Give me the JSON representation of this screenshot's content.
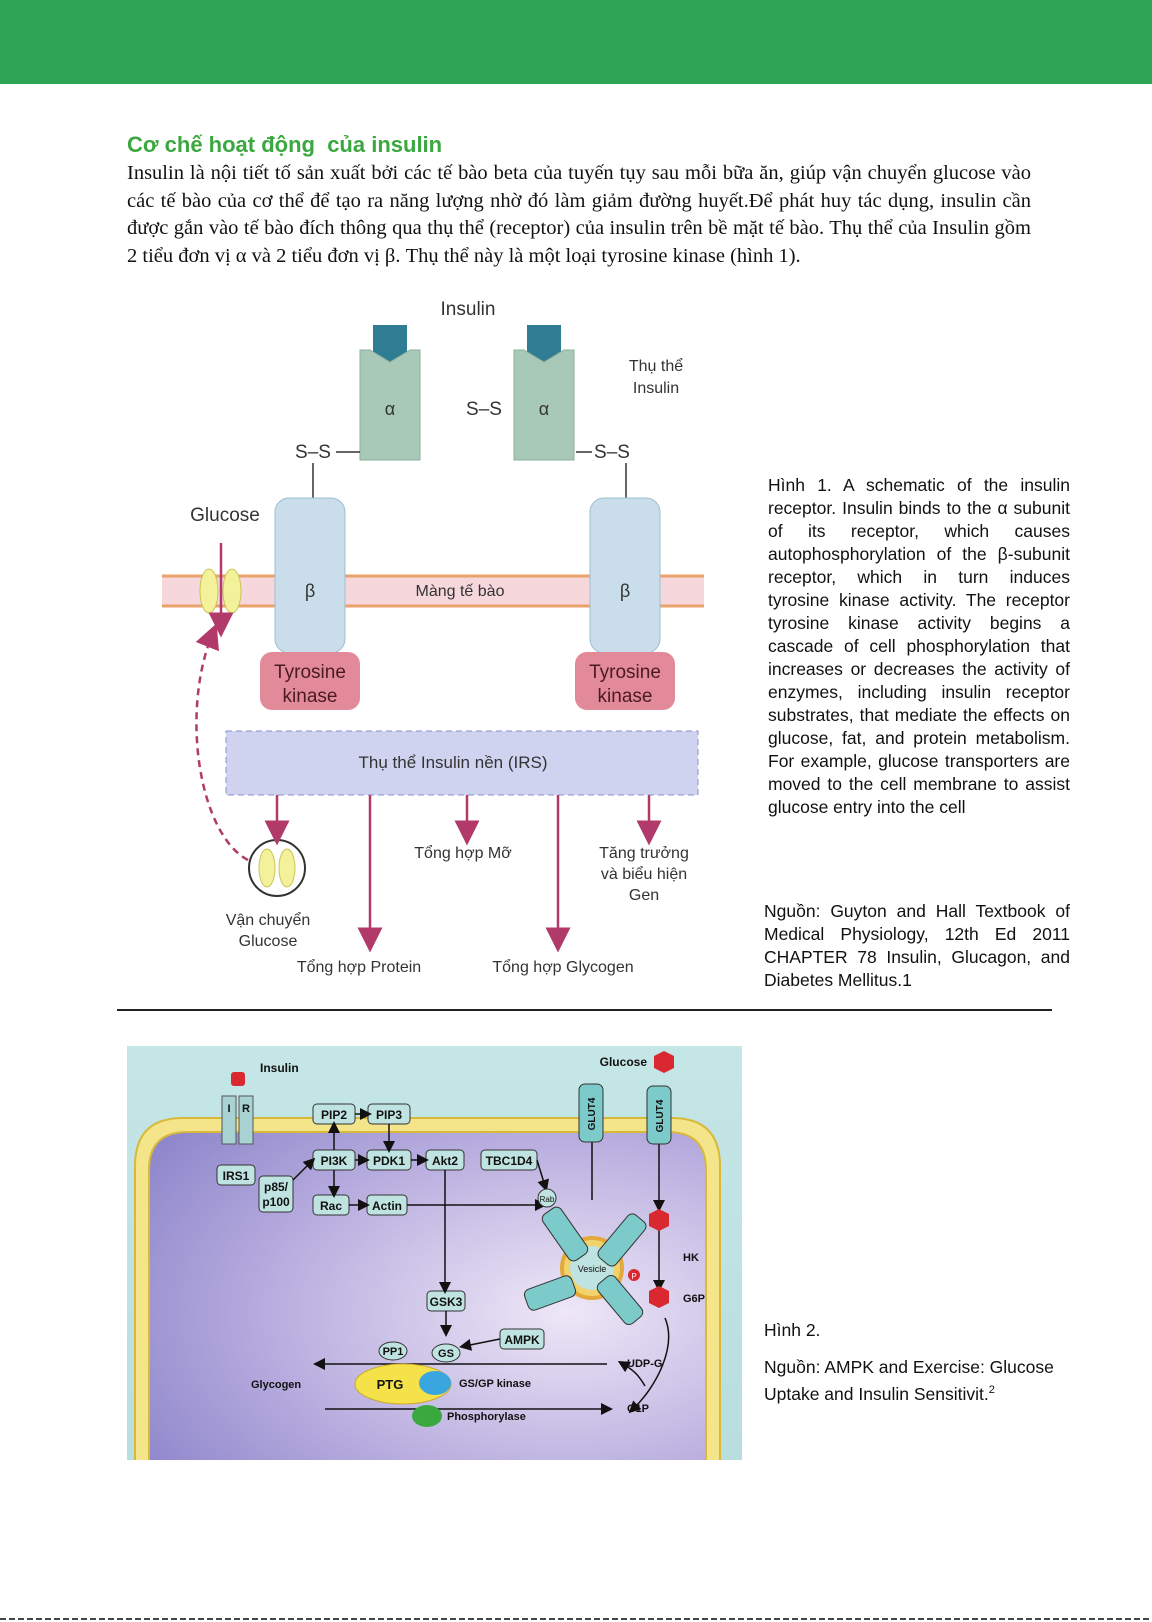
{
  "heading": "Cơ chế hoạt động  của insulin",
  "intro": "Insulin là nội tiết tố sản xuất bởi các tế bào beta của tuyến tụy sau mỗi bữa ăn, giúp vận chuyển glucose vào các tế bào của cơ thể để tạo ra năng lượng nhờ đó làm giảm đường huyết.Để phát huy tác dụng, insulin cần được gắn vào tế bào đích thông qua thụ thể (receptor) của insulin trên bề mặt tế bào. Thụ thể của Insulin gồm 2 tiểu đơn vị α và 2 tiểu đơn vị β. Thụ thể này là một loại tyrosine kinase (hình 1).",
  "figure1": {
    "insulin": "Insulin",
    "receptor_label_1": "Thụ thể",
    "receptor_label_2": "Insulin",
    "alpha": "α",
    "beta": "β",
    "disulfide": "S–S",
    "glucose": "Glucose",
    "membrane": "Màng tế bào",
    "tk_1": "Tyrosine",
    "tk_2": "kinase",
    "irs": "Thụ thể Insulin nền (IRS)",
    "fat": "Tổng hợp Mỡ",
    "growth_1": "Tăng trưởng",
    "growth_2": "và biểu hiện",
    "growth_3": "Gen",
    "transport_1": "Vận chuyển",
    "transport_2": "Glucose",
    "protein": "Tổng hợp Protein",
    "glycogen": "Tổng hợp Glycogen"
  },
  "caption1": "Hình 1. A schematic of the insulin receptor. Insulin binds to the α subunit of its receptor, which causes autophosphorylation of the β-subunit receptor, which in turn induces tyrosine kinase activity. The receptor tyrosine kinase activity begins a cascade of cell phosphorylation that increases or decreases the activity of enzymes, including insulin receptor substrates, that mediate the effects on glucose, fat, and protein metabolism. For example, glucose transporters are moved to the cell membrane to assist glucose entry into the cell",
  "source1": "Nguồn: Guyton and Hall Textbook of Medical Physiology, 12th Ed 2011 CHAPTER 78 Insulin, Glucagon, and Diabetes Mellitus.1",
  "figure2": {
    "insulin": "Insulin",
    "ir_i": "I",
    "ir_r": "R",
    "glucose": "Glucose",
    "pip2": "PIP2",
    "pip3": "PIP3",
    "pi3k": "PI3K",
    "pdk1": "PDK1",
    "akt2": "Akt2",
    "tbc1d4": "TBC1D4",
    "irs1": "IRS1",
    "p85_1": "p85/",
    "p85_2": "p100",
    "rac": "Rac",
    "actin": "Actin",
    "rab": "Rab",
    "glut4": "GLUT4",
    "vesicle": "Vesicle",
    "hk": "HK",
    "p": "P",
    "g6p": "G6P",
    "gsk3": "GSK3",
    "ampk": "AMPK",
    "pp1": "PP1",
    "gs": "GS",
    "udpg": "UDP-G",
    "glycogen": "Glycogen",
    "ptg": "PTG",
    "gsgp": "GS/GP kinase",
    "g1p": "G1P",
    "phosphorylase": "Phosphorylase"
  },
  "caption2": "Hình 2.",
  "source2": "Nguồn: AMPK and Exercise: Glucose Uptake and Insulin Sensitivit.",
  "source2_sup": "2",
  "colors": {
    "header": "#2ea455",
    "heading": "#3aa83f",
    "tyrosine_kinase": "#e38a9a",
    "receptor": "#a9c9b8",
    "arrow": "#b23a6a"
  }
}
